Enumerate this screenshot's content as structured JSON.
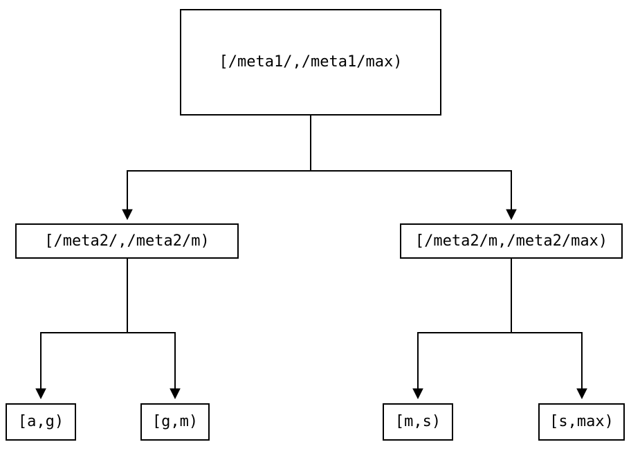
{
  "diagram": {
    "type": "tree",
    "nodes": {
      "root": {
        "label": "[/meta1/,/meta1/max)"
      },
      "mid_left": {
        "label": "[/meta2/,/meta2/m)"
      },
      "mid_right": {
        "label": "[/meta2/m,/meta2/max)"
      },
      "leaf_ag": {
        "label": "[a,g)"
      },
      "leaf_gm": {
        "label": "[g,m)"
      },
      "leaf_ms": {
        "label": "[m,s)"
      },
      "leaf_smax": {
        "label": "[s,max)"
      }
    },
    "edges": [
      {
        "from": "root",
        "to": "mid_left"
      },
      {
        "from": "root",
        "to": "mid_right"
      },
      {
        "from": "mid_left",
        "to": "leaf_ag"
      },
      {
        "from": "mid_left",
        "to": "leaf_gm"
      },
      {
        "from": "mid_right",
        "to": "leaf_ms"
      },
      {
        "from": "mid_right",
        "to": "leaf_smax"
      }
    ],
    "colors": {
      "background": "#ffffff",
      "node_border": "#000000",
      "node_fill": "#ffffff",
      "text": "#000000",
      "edge": "#000000"
    }
  }
}
